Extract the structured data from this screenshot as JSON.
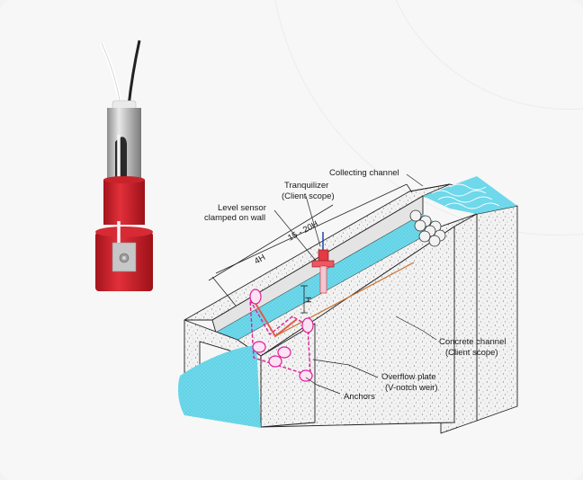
{
  "labels": {
    "collecting_channel": "Collecting channel",
    "tranquilizer_line1": "Tranquilizer",
    "tranquilizer_line2": "(Client scope)",
    "level_sensor_line1": "Level sensor",
    "level_sensor_line2": "clamped on wall",
    "dim_long": "15 - 20H",
    "dim_short": "4H",
    "dim_height": "H",
    "concrete_line1": "Concrete channel",
    "concrete_line2": "(Client scope)",
    "overflow_line1": "Overflow plate",
    "overflow_line2": "(V-notch weir)",
    "anchors": "Anchors"
  },
  "colors": {
    "sensor_red": "#d9252f",
    "water_cyan": "#5fd3e6",
    "anchor_magenta": "#e0209a",
    "concrete": "#f0f0f0"
  }
}
